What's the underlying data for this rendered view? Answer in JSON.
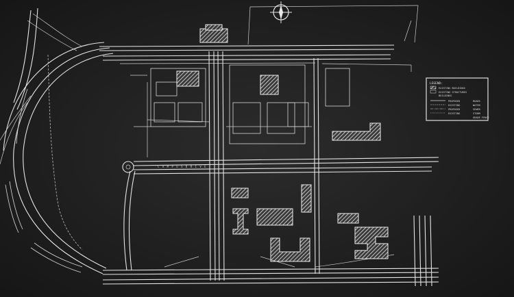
{
  "title": "",
  "legend": {
    "title": "LEGEND:",
    "items": [
      {
        "swatch": "hatched",
        "text": "EXISTING BUILDINGS"
      },
      {
        "swatch": "outline",
        "text": "EXISTING STRUCTURES"
      },
      {
        "swatch": "outline",
        "text": "BUILDINGS"
      }
    ],
    "lines": [
      {
        "left": "PROPOSED",
        "right": "ROADS"
      },
      {
        "left": "EXISTING",
        "right": "WATER"
      },
      {
        "left": "PROPOSED",
        "right": "SEWER"
      },
      {
        "left": "EXISTING",
        "right": "STORM"
      },
      {
        "left": "",
        "right": "GRADE FENCE"
      }
    ]
  },
  "road_label": "C A M P U S   D R I V E",
  "compass": "north-arrow-icon",
  "colors": {
    "background": "#1e1e1e",
    "ink": "#e6e6e6"
  }
}
